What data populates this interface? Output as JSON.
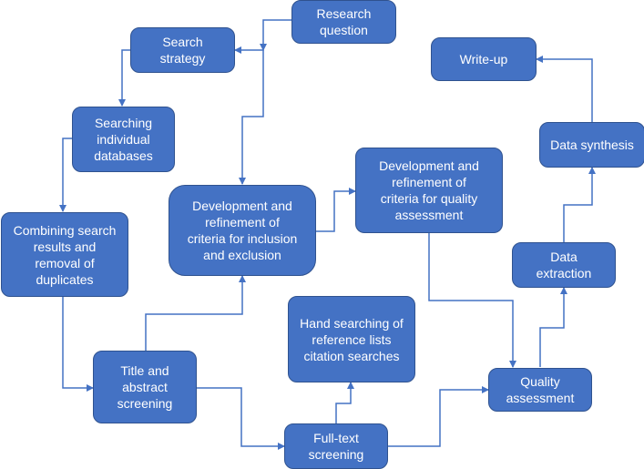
{
  "colors": {
    "box_fill": "#4472c4",
    "box_border": "#2f528f",
    "connector": "#4472c4",
    "text": "#ffffff"
  },
  "nodes": {
    "research_question": "Research\nquestion",
    "search_strategy": "Search\nstrategy",
    "searching_databases": "Searching\nindividual\ndatabases",
    "combining_results": "Combining search\nresults and\nremoval of\nduplicates",
    "inclusion_criteria": "Development and\nrefinement of\ncriteria for inclusion\nand exclusion",
    "quality_criteria": "Development and\nrefinement of\ncriteria for quality\nassessment",
    "title_abstract": "Title and\nabstract\nscreening",
    "hand_searching": "Hand searching of\nreference lists\ncitation searches",
    "full_text": "Full-text\nscreening",
    "quality_assessment": "Quality\nassessment",
    "data_extraction": "Data\nextraction",
    "data_synthesis": "Data synthesis",
    "write_up": "Write-up"
  }
}
